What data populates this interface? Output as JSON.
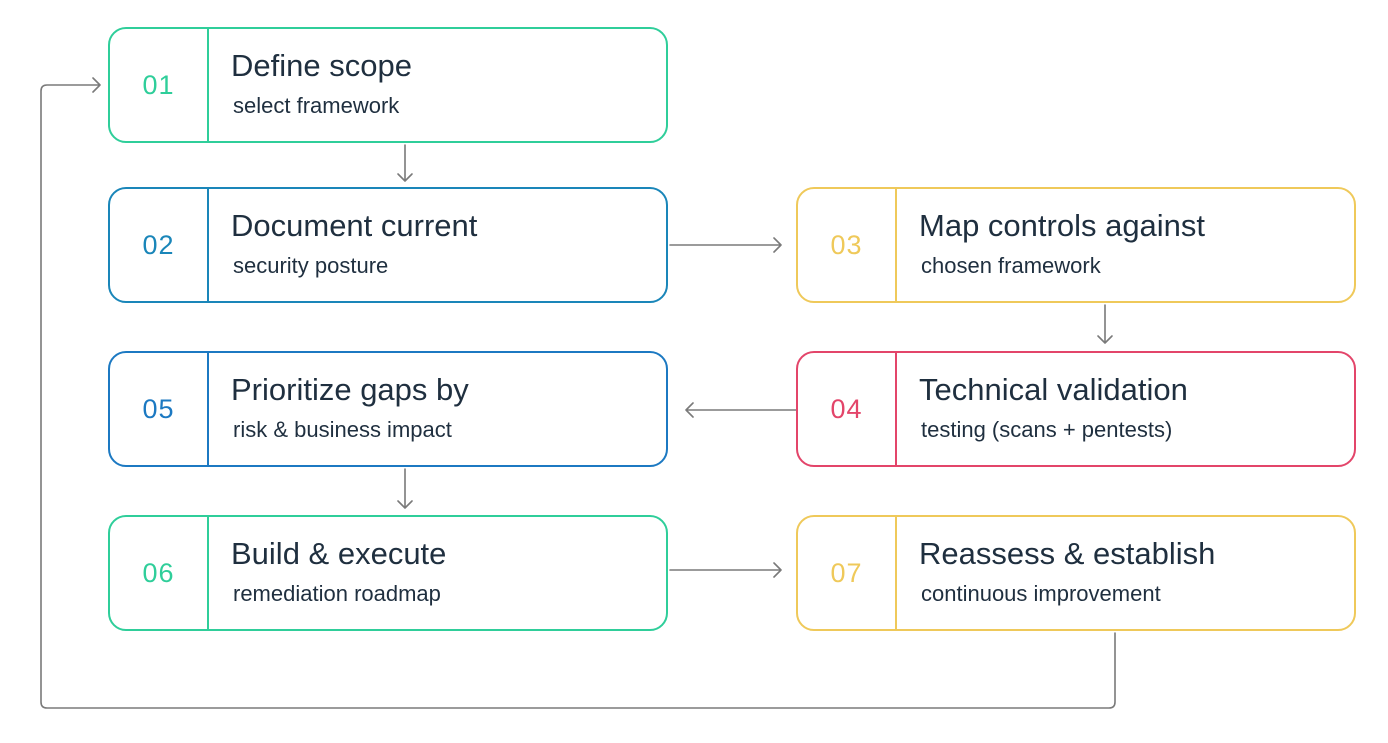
{
  "steps": [
    {
      "number": "01",
      "title": "Define scope",
      "subtitle": "select framework",
      "color": "#2fce9a"
    },
    {
      "number": "02",
      "title": "Document current",
      "subtitle": "security posture",
      "color": "#1a86b9"
    },
    {
      "number": "03",
      "title": "Map controls against",
      "subtitle": "chosen framework",
      "color": "#efc95a"
    },
    {
      "number": "04",
      "title": "Technical validation",
      "subtitle": "testing (scans + pentests)",
      "color": "#e3456a"
    },
    {
      "number": "05",
      "title": "Prioritize gaps by",
      "subtitle": "risk & business impact",
      "color": "#1c79c2"
    },
    {
      "number": "06",
      "title": "Build & execute",
      "subtitle": "remediation roadmap",
      "color": "#2fce9a"
    },
    {
      "number": "07",
      "title": "Reassess & establish",
      "subtitle": "continuous improvement",
      "color": "#efc95a"
    }
  ],
  "connector_color": "#7a7a7a"
}
